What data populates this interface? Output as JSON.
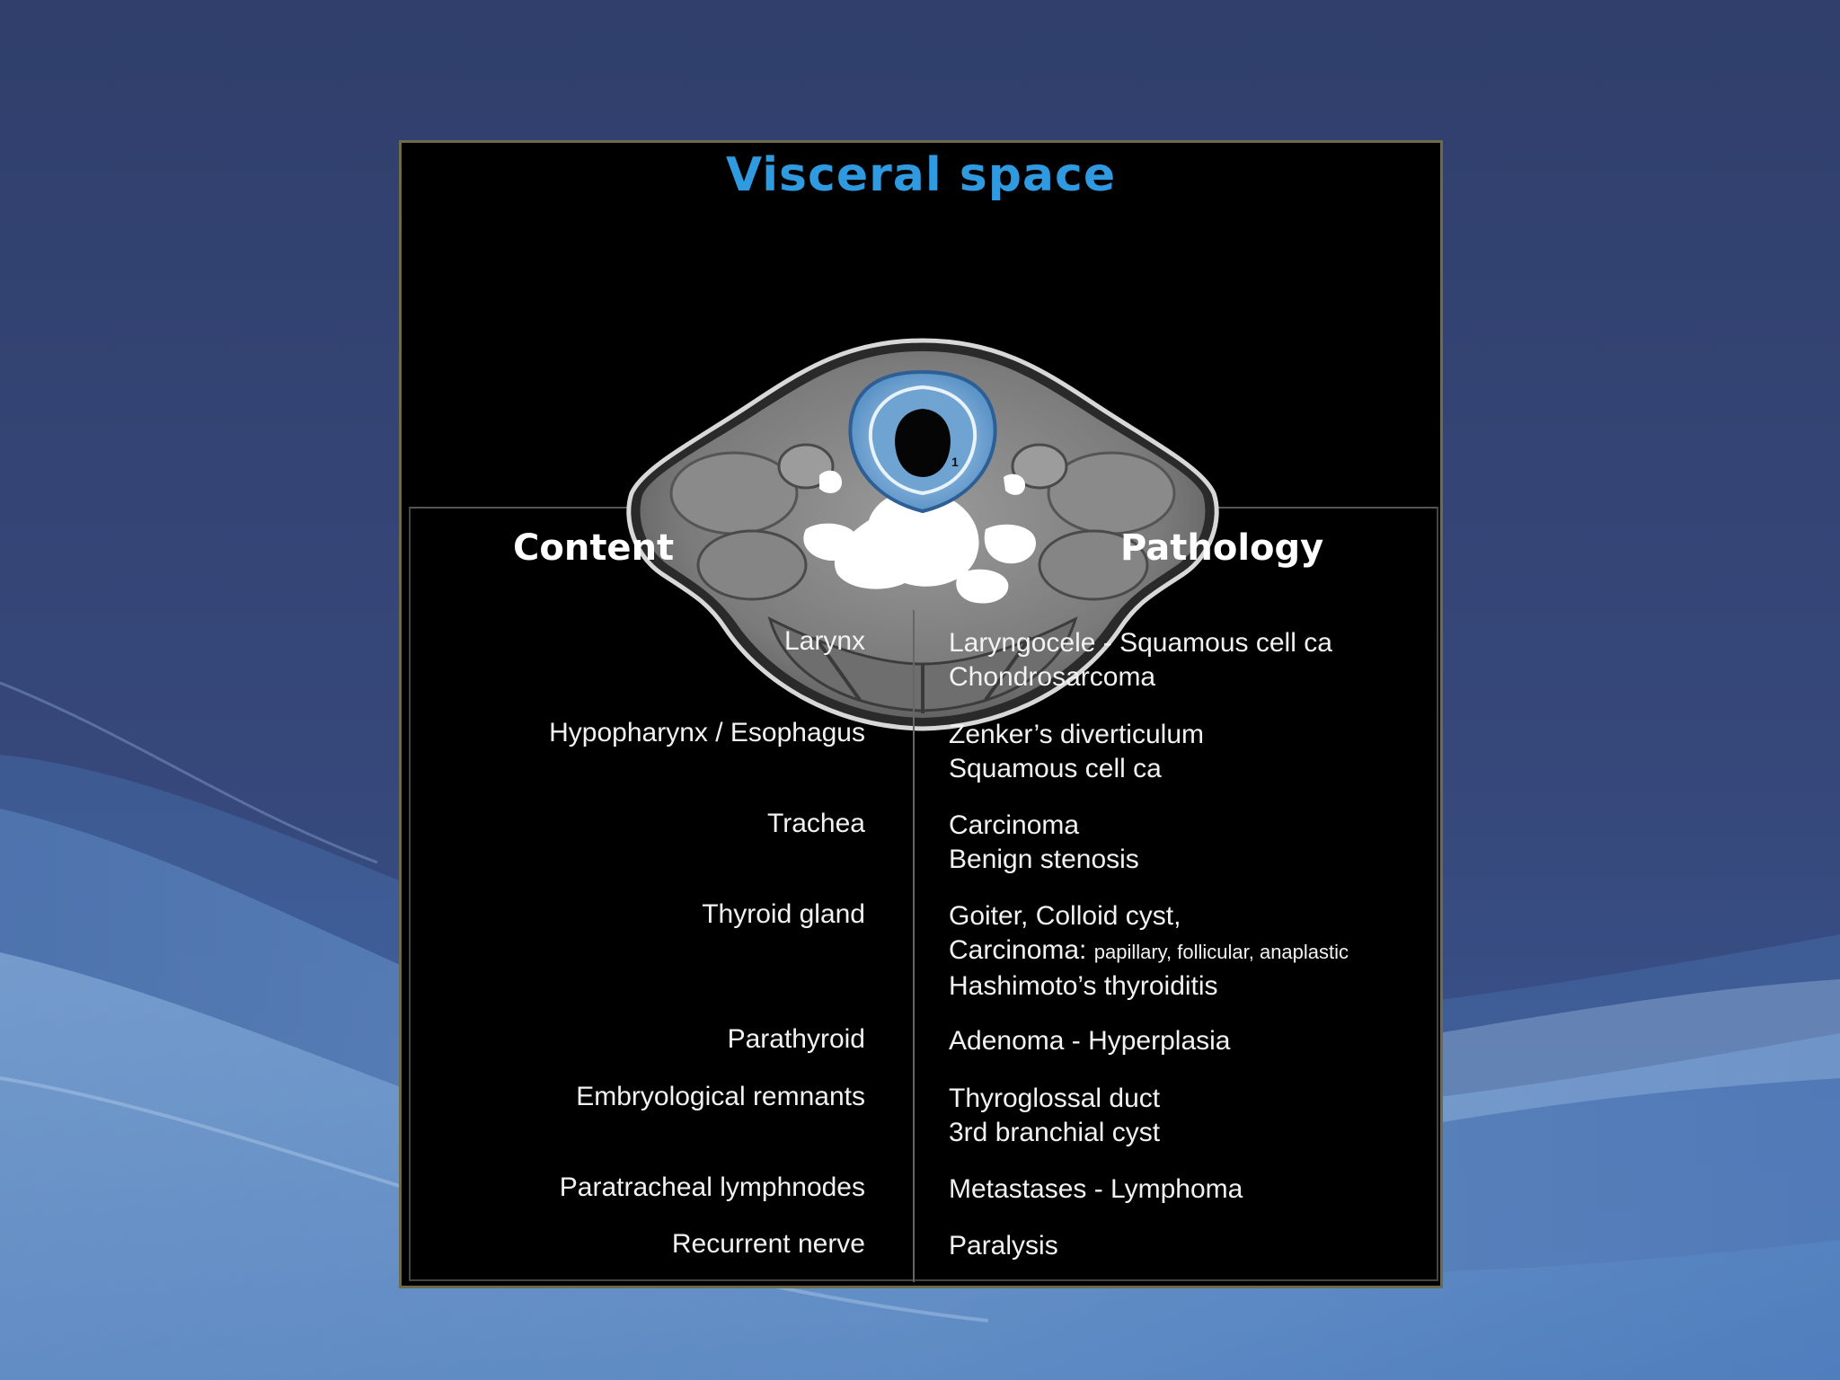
{
  "slide": {
    "title": "Visceral space",
    "ct_marker": "1",
    "headers": {
      "content": "Content",
      "pathology": "Pathology"
    },
    "rows": [
      {
        "content": "Larynx",
        "pathology": [
          "Laryngocele - Squamous cell ca",
          "Chondrosarcoma"
        ]
      },
      {
        "content": "Hypopharynx / Esophagus",
        "pathology": [
          "Zenker’s diverticulum",
          "Squamous cell ca"
        ]
      },
      {
        "content": "Trachea",
        "pathology": [
          "Carcinoma",
          "Benign stenosis"
        ]
      },
      {
        "content": "Thyroid gland",
        "pathology": [
          "Goiter, Colloid cyst,",
          "Carcinoma:",
          "Hashimoto’s thyroiditis"
        ],
        "pathology_small": "papillary, follicular, anaplastic"
      },
      {
        "content": "Parathyroid",
        "pathology": [
          "Adenoma - Hyperplasia"
        ]
      },
      {
        "content": "Embryological remnants",
        "pathology": [
          "Thyroglossal duct",
          "3rd branchial cyst"
        ]
      },
      {
        "content": "Paratracheal lymphnodes",
        "pathology": [
          "Metastases - Lymphoma"
        ]
      },
      {
        "content": "Recurrent nerve",
        "pathology": [
          "Paralysis"
        ]
      }
    ]
  },
  "colors": {
    "background": "#34436f",
    "title": "#2f9ae0",
    "panel": "#000000",
    "highlight": "#8fb8e0"
  }
}
